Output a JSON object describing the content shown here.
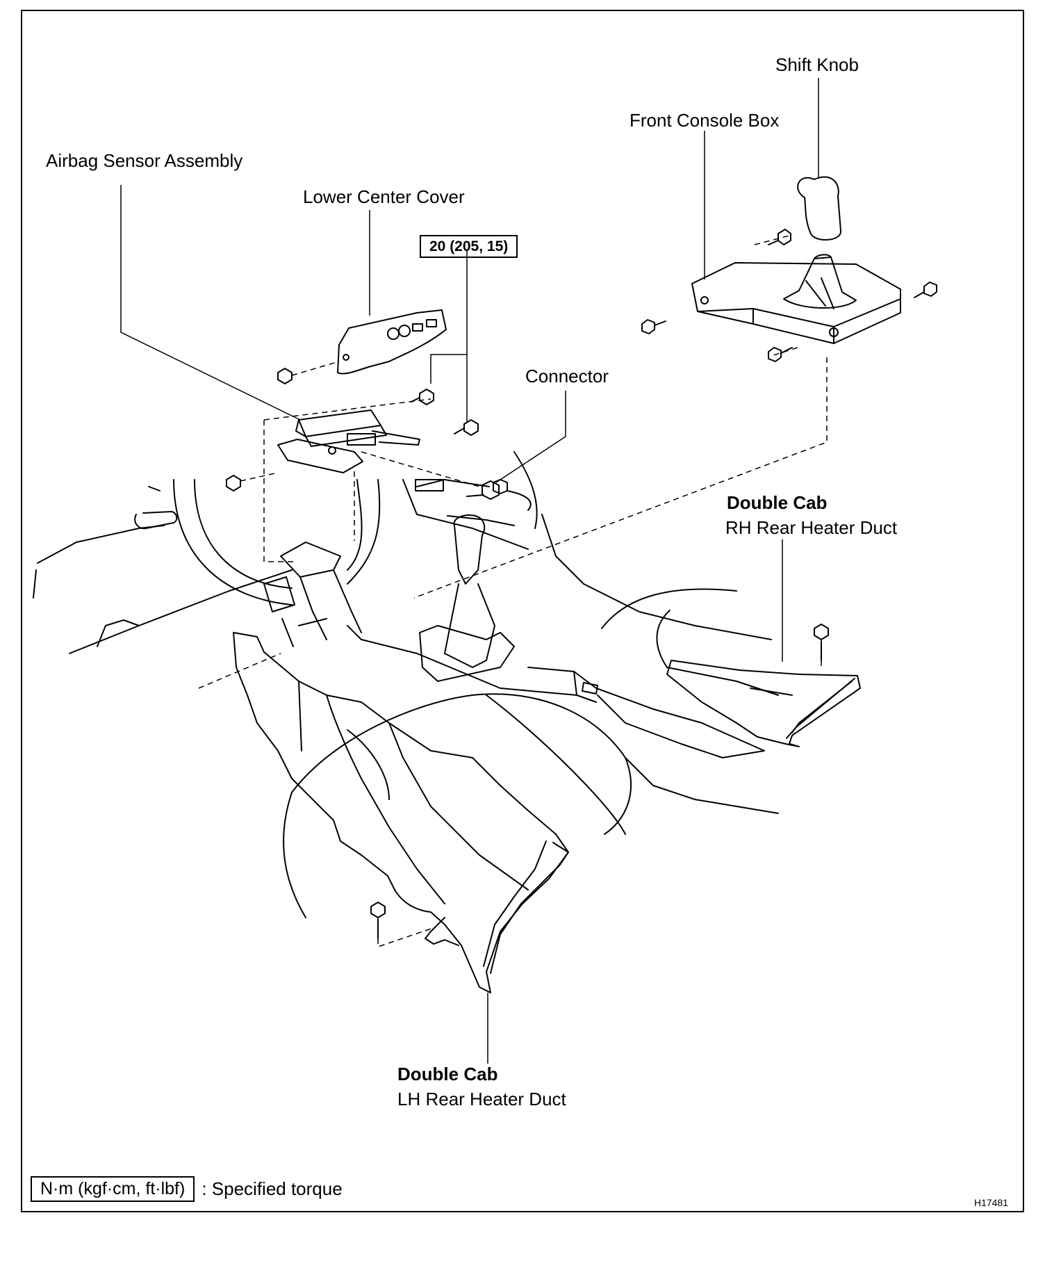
{
  "labels": {
    "shift_knob": "Shift Knob",
    "front_console_box": "Front Console Box",
    "airbag_sensor_assembly": "Airbag Sensor Assembly",
    "lower_center_cover": "Lower Center Cover",
    "torque_spec": "20 (205, 15)",
    "connector": "Connector",
    "rh_duct_variant": "Double Cab",
    "rh_duct": "RH Rear Heater Duct",
    "lh_duct_variant": "Double Cab",
    "lh_duct": "LH Rear Heater Duct"
  },
  "legend": {
    "unit_box": "N·m (kgf·cm, ft·lbf)",
    "text": ": Specified torque"
  },
  "figure_id": "H17481"
}
